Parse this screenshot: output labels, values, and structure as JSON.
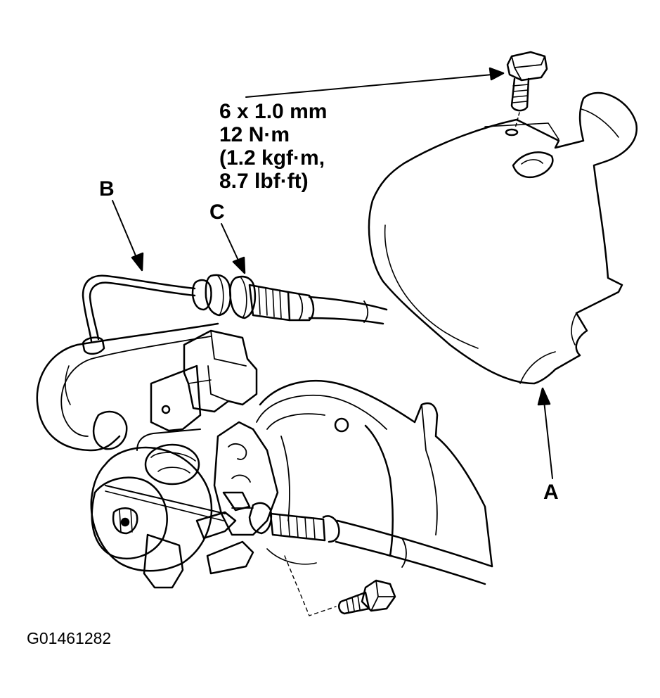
{
  "torque_spec": {
    "line1": "6 x 1.0 mm",
    "line2": "12 N·m",
    "line3": "(1.2 kgf·m,",
    "line4": "8.7 lbf·ft)"
  },
  "callouts": {
    "a": "A",
    "b": "B",
    "c": "C"
  },
  "figure_id": "G01461282",
  "colors": {
    "line": "#000000",
    "background": "#ffffff"
  }
}
